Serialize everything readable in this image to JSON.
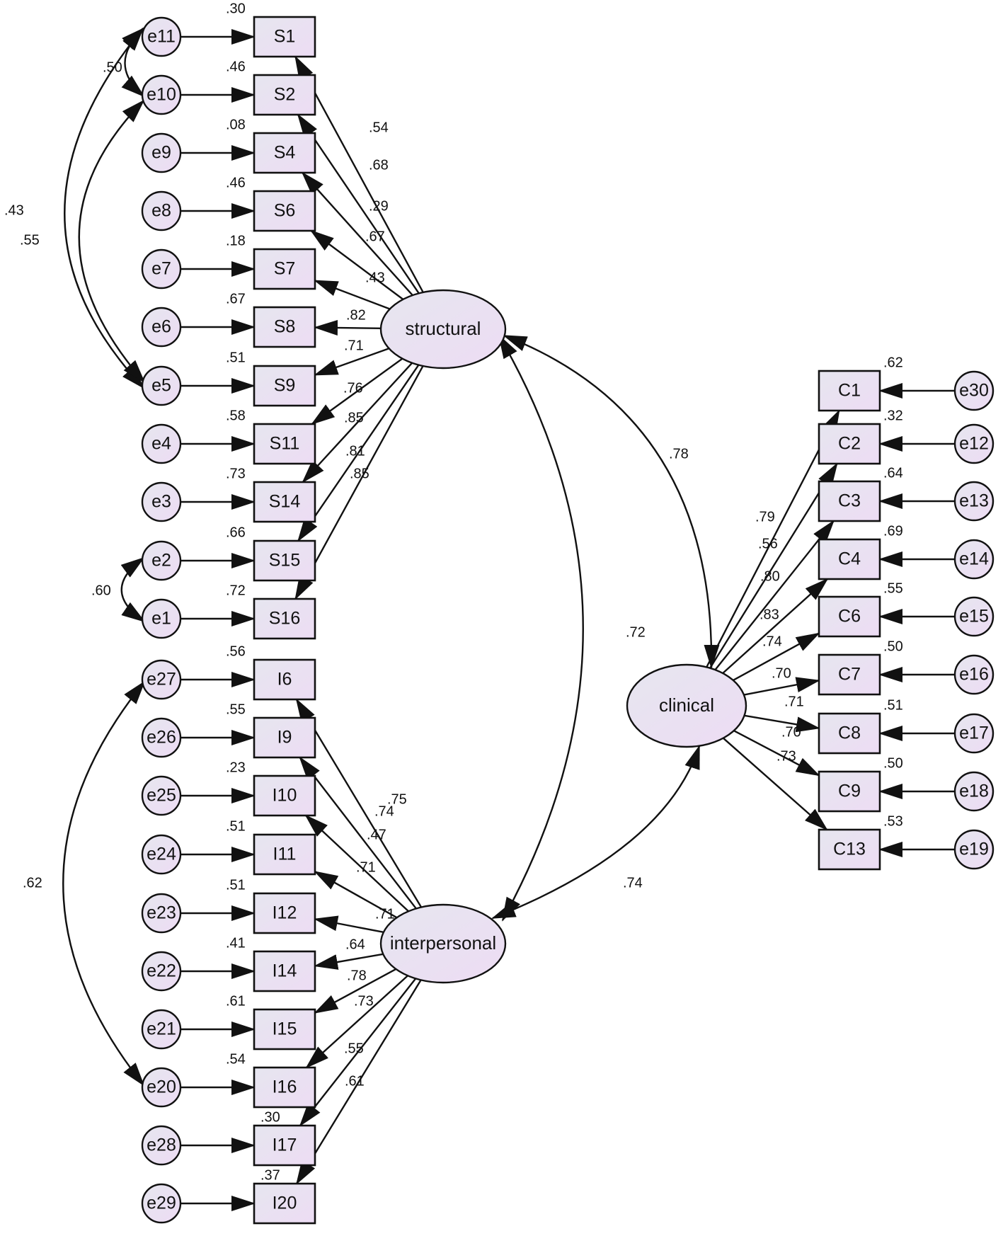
{
  "colors": {
    "node_gradient_start": "#e6e6ef",
    "node_gradient_end": "#eddcf4",
    "line": "#111111",
    "background": "#ffffff"
  },
  "latent": {
    "structural": {
      "label": "structural"
    },
    "interpersonal": {
      "label": "interpersonal"
    },
    "clinical": {
      "label": "clinical"
    }
  },
  "structural_items": [
    {
      "item": "S1",
      "error": "e11",
      "r2": ".30",
      "loading": ".54"
    },
    {
      "item": "S2",
      "error": "e10",
      "r2": ".46",
      "loading": ".68"
    },
    {
      "item": "S4",
      "error": "e9",
      "r2": ".08",
      "loading": ".29"
    },
    {
      "item": "S6",
      "error": "e8",
      "r2": ".46",
      "loading": ".67"
    },
    {
      "item": "S7",
      "error": "e7",
      "r2": ".18",
      "loading": ".43"
    },
    {
      "item": "S8",
      "error": "e6",
      "r2": ".67",
      "loading": ".82"
    },
    {
      "item": "S9",
      "error": "e5",
      "r2": ".51",
      "loading": ".71"
    },
    {
      "item": "S11",
      "error": "e4",
      "r2": ".58",
      "loading": ".76"
    },
    {
      "item": "S14",
      "error": "e3",
      "r2": ".73",
      "loading": ".85"
    },
    {
      "item": "S15",
      "error": "e2",
      "r2": ".66",
      "loading": ".81"
    },
    {
      "item": "S16",
      "error": "e1",
      "r2": ".72",
      "loading": ".85"
    }
  ],
  "interpersonal_items": [
    {
      "item": "I6",
      "error": "e27",
      "r2": ".56",
      "loading": ".75"
    },
    {
      "item": "I9",
      "error": "e26",
      "r2": ".55",
      "loading": ".74"
    },
    {
      "item": "I10",
      "error": "e25",
      "r2": ".23",
      "loading": ".47"
    },
    {
      "item": "I11",
      "error": "e24",
      "r2": ".51",
      "loading": ".71"
    },
    {
      "item": "I12",
      "error": "e23",
      "r2": ".51",
      "loading": ".71"
    },
    {
      "item": "I14",
      "error": "e22",
      "r2": ".41",
      "loading": ".64"
    },
    {
      "item": "I15",
      "error": "e21",
      "r2": ".61",
      "loading": ".78"
    },
    {
      "item": "I16",
      "error": "e20",
      "r2": ".54",
      "loading": ".73"
    },
    {
      "item": "I17",
      "error": "e28",
      "r2": ".30",
      "loading": ".55"
    },
    {
      "item": "I20",
      "error": "e29",
      "r2": ".37",
      "loading": ".61"
    }
  ],
  "clinical_items": [
    {
      "item": "C1",
      "error": "e30",
      "r2": ".62",
      "loading": ".79"
    },
    {
      "item": "C2",
      "error": "e12",
      "r2": ".32",
      "loading": ".56"
    },
    {
      "item": "C3",
      "error": "e13",
      "r2": ".64",
      "loading": ".80"
    },
    {
      "item": "C4",
      "error": "e14",
      "r2": ".69",
      "loading": ".83"
    },
    {
      "item": "C6",
      "error": "e15",
      "r2": ".55",
      "loading": ".74"
    },
    {
      "item": "C7",
      "error": "e16",
      "r2": ".50",
      "loading": ".70"
    },
    {
      "item": "C8",
      "error": "e17",
      "r2": ".51",
      "loading": ".71"
    },
    {
      "item": "C9",
      "error": "e18",
      "r2": ".50",
      "loading": ".70"
    },
    {
      "item": "C13",
      "error": "e19",
      "r2": ".53",
      "loading": ".73"
    }
  ],
  "error_covariances": [
    {
      "from": "e11",
      "to": "e10",
      "value": ".50"
    },
    {
      "from": "e11",
      "to": "e5",
      "value": ".43"
    },
    {
      "from": "e10",
      "to": "e5",
      "value": ".55"
    },
    {
      "from": "e2",
      "to": "e1",
      "value": ".60"
    },
    {
      "from": "e27",
      "to": "e20",
      "value": ".62"
    }
  ],
  "factor_correlations": [
    {
      "from": "structural",
      "to": "clinical",
      "value": ".78"
    },
    {
      "from": "structural",
      "to": "interpersonal",
      "value": ".72"
    },
    {
      "from": "clinical",
      "to": "interpersonal",
      "value": ".74"
    }
  ]
}
